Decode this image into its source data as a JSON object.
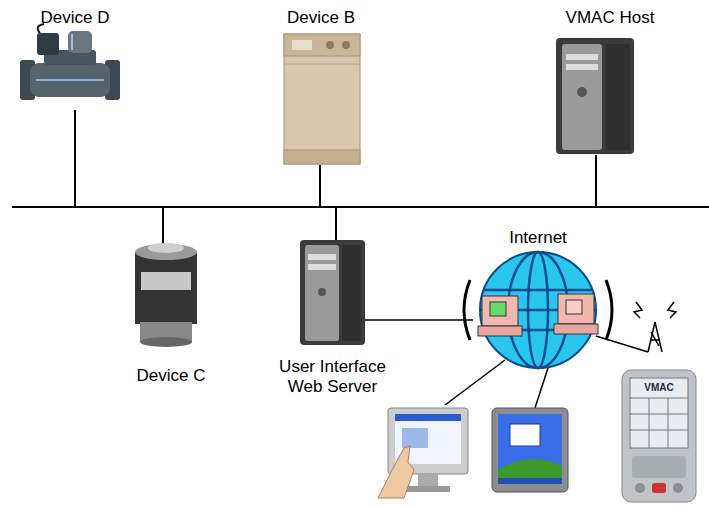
{
  "diagram": {
    "nodes": [
      {
        "text": [
          "Device D"
        ]
      },
      {
        "text": [
          "Device B"
        ]
      },
      {
        "text": [
          "VMAC Host"
        ]
      },
      {
        "text": [
          "Device C"
        ]
      },
      {
        "text": [
          "User Interface Web Server"
        ]
      },
      {
        "text": [
          "Internet"
        ]
      }
    ],
    "edges": [
      {
        "from": 4,
        "to": 5,
        "arrow": "none"
      }
    ],
    "labels": [
      "VMAC"
    ]
  }
}
